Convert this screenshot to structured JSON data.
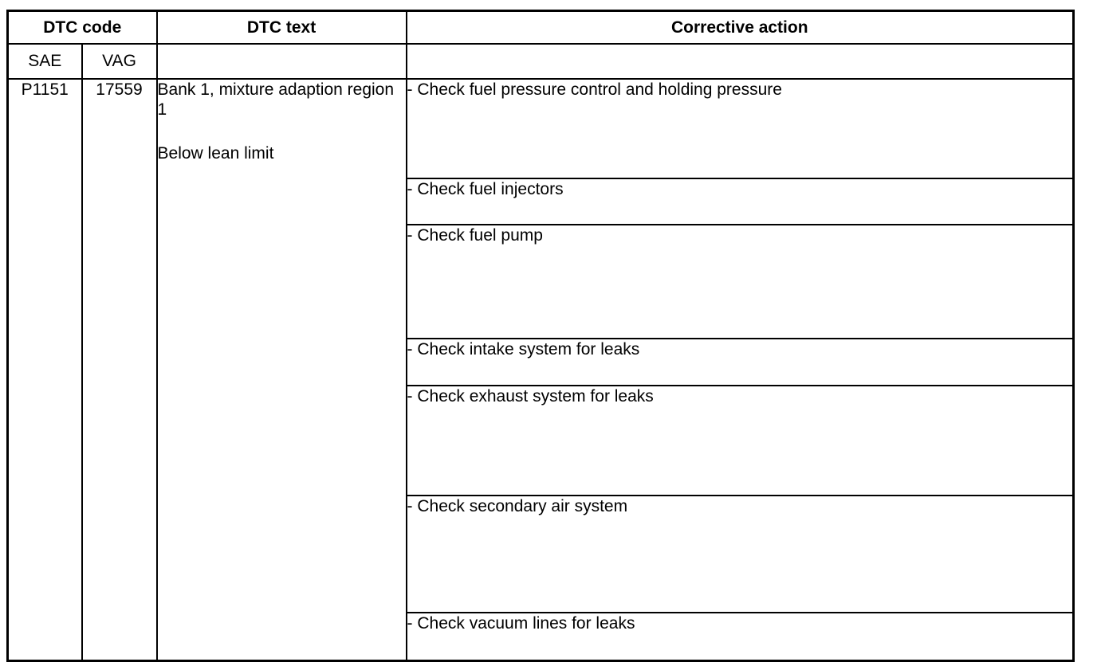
{
  "table": {
    "header": {
      "dtc_code": "DTC code",
      "dtc_text": "DTC text",
      "corrective_action": "Corrective action",
      "sae": "SAE",
      "vag": "VAG"
    },
    "row": {
      "sae_code": "P1151",
      "vag_code": "17559",
      "dtc_text_line1": "Bank 1, mixture adaption region 1",
      "dtc_text_line2": "Below lean limit",
      "actions": [
        "- Check fuel pressure control and holding pressure",
        "- Check fuel injectors",
        "- Check fuel pump",
        "- Check intake system for leaks",
        "- Check exhaust system for leaks",
        "- Check secondary air system",
        "- Check vacuum lines for leaks"
      ]
    }
  },
  "colors": {
    "border": "#000000",
    "text": "#000000",
    "background": "#ffffff"
  }
}
